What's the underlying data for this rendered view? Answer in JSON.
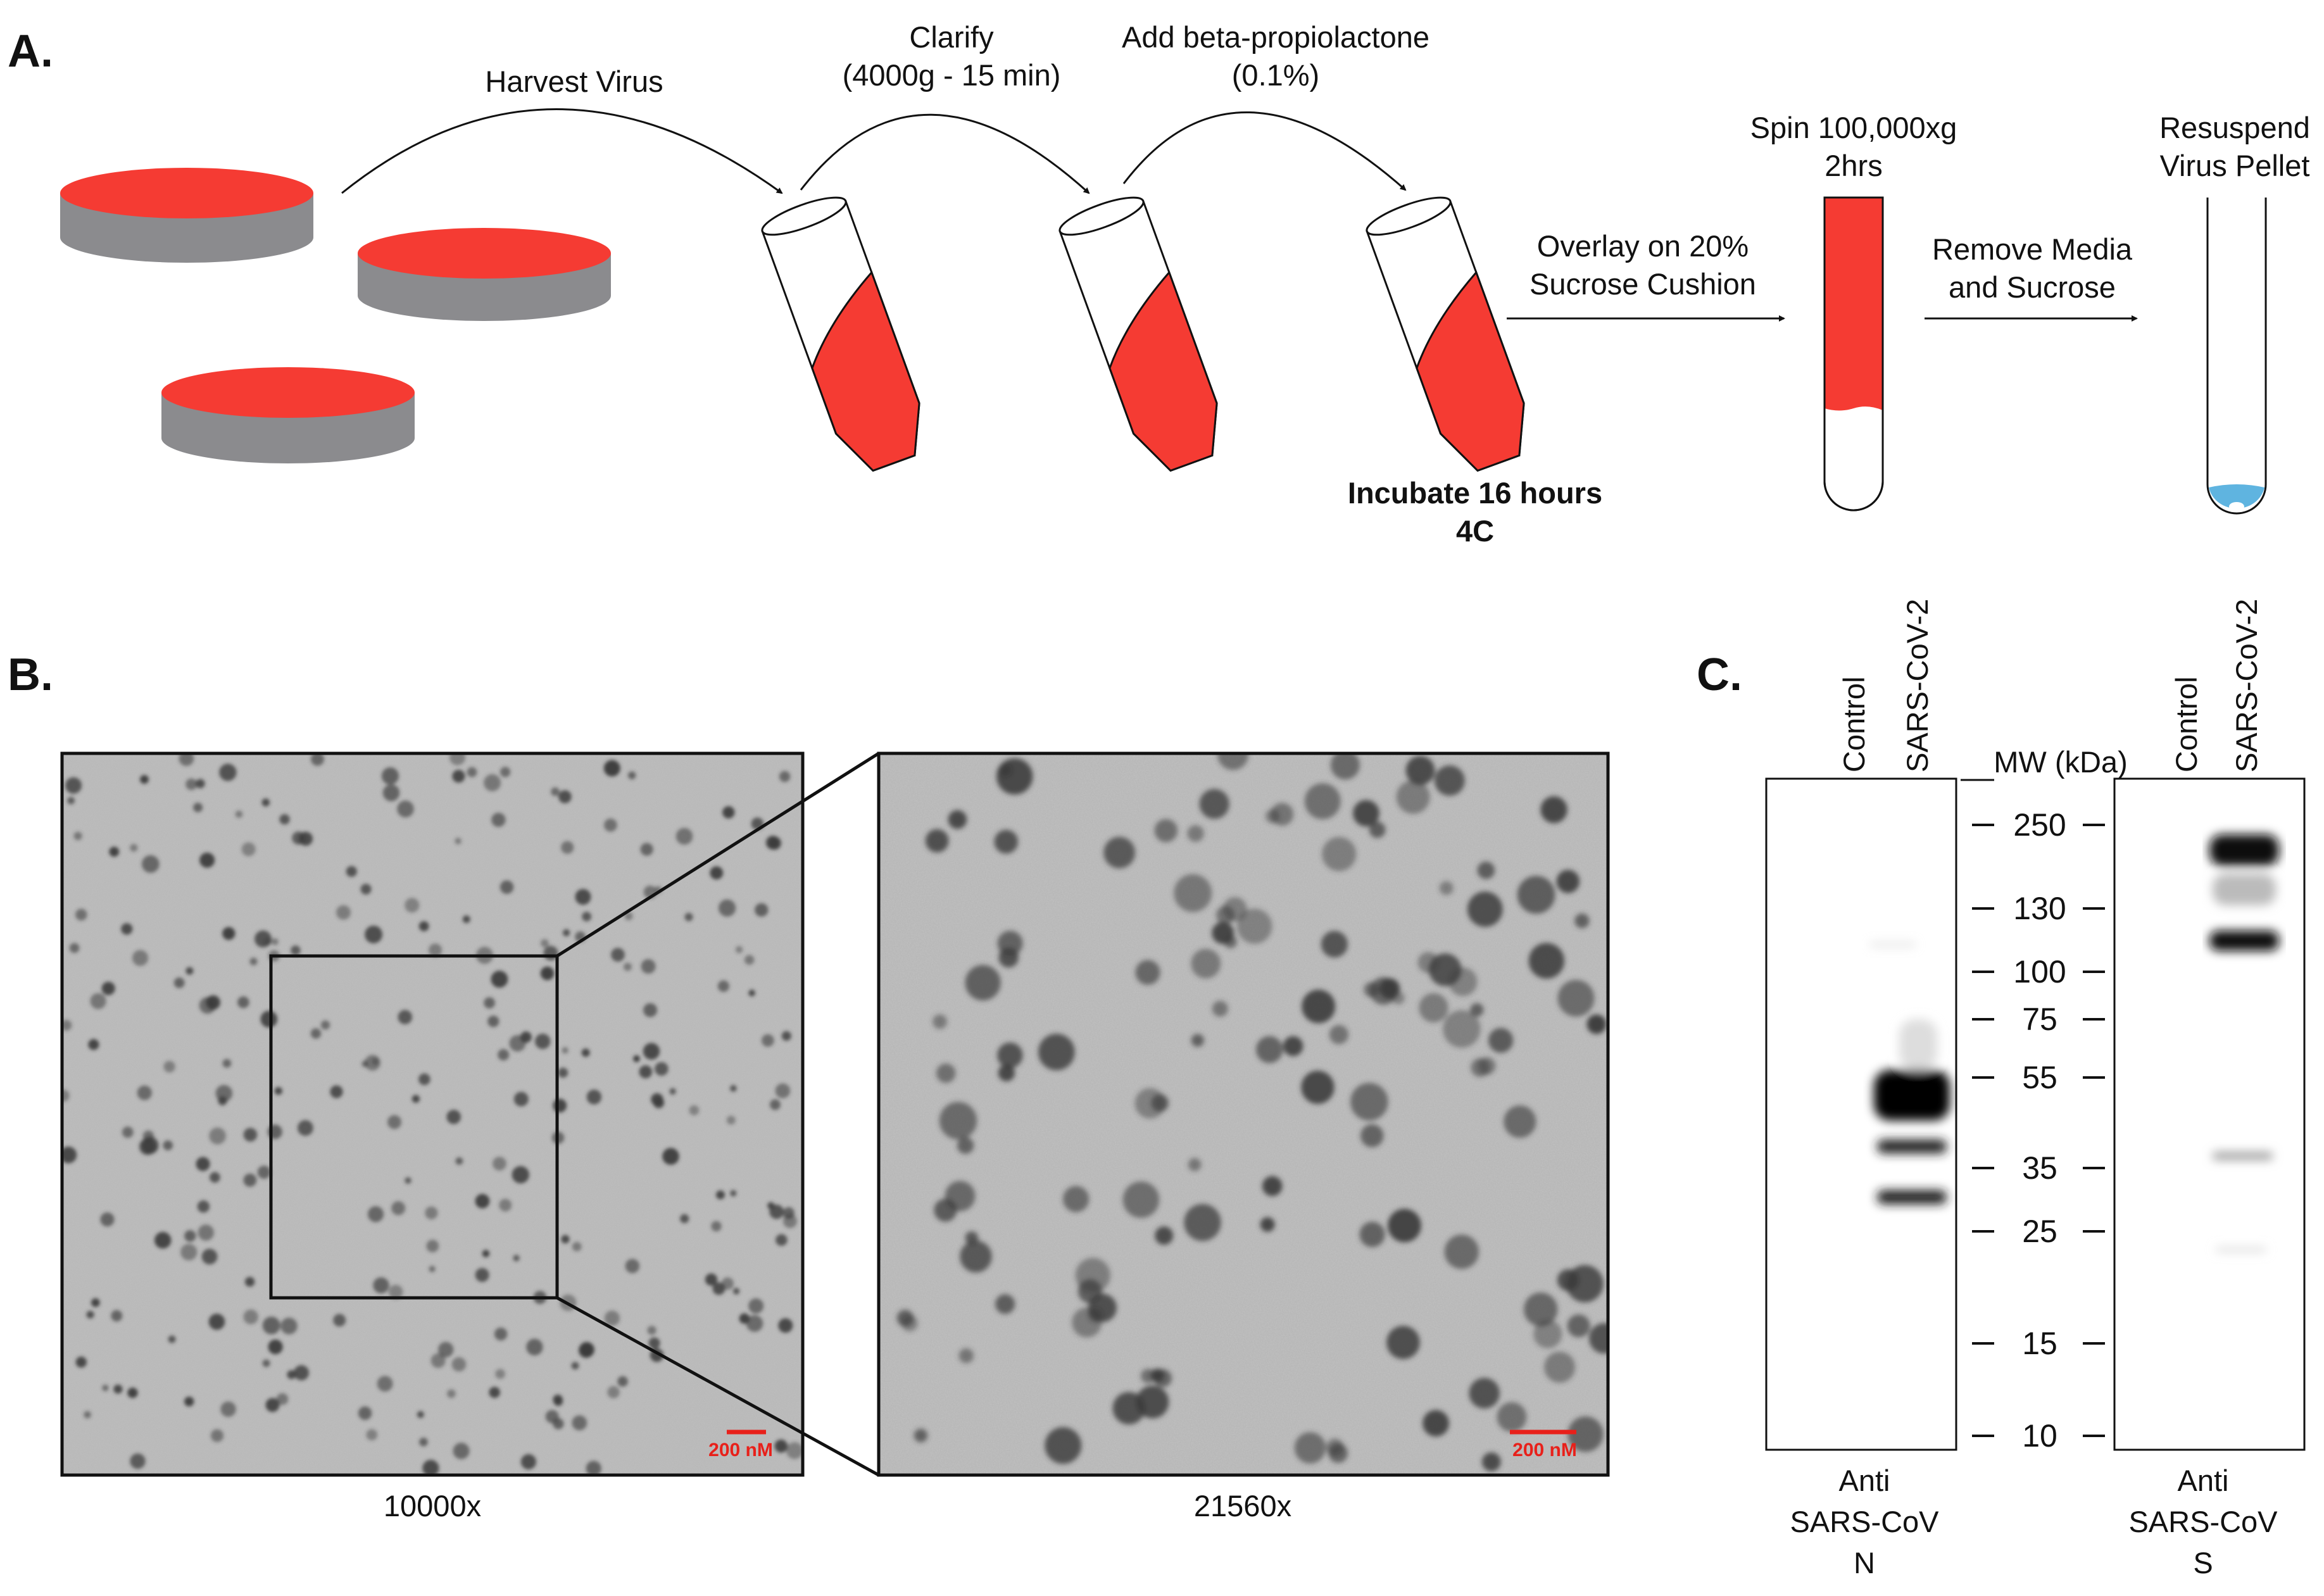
{
  "panel_a": {
    "label": "A.",
    "harvest": "Harvest Virus",
    "clarify": [
      "Clarify",
      "(4000g - 15 min)"
    ],
    "add_bpl": [
      "Add beta-propiolactone",
      "(0.1%)"
    ],
    "incubate": [
      "Incubate 16 hours",
      "4C"
    ],
    "overlay": [
      "Overlay on 20%",
      "Sucrose Cushion"
    ],
    "spin": [
      "Spin 100,000xg",
      "2hrs"
    ],
    "remove": [
      "Remove Media",
      "and Sucrose"
    ],
    "resuspend": [
      "Resuspend",
      "Virus Pellet"
    ]
  },
  "panel_b": {
    "label": "B.",
    "mag_left": "10000x",
    "mag_right": "21560x",
    "scale_left": "200 nM",
    "scale_right": "200 nM"
  },
  "panel_c": {
    "label": "C.",
    "lanes": [
      "Control",
      "SARS-CoV-2"
    ],
    "mw_title": "MW (kDa)",
    "mw_markers": [
      "250",
      "130",
      "100",
      "75",
      "55",
      "35",
      "25",
      "15",
      "10"
    ],
    "blot_n_caption": [
      "Anti",
      "SARS-CoV",
      "N"
    ],
    "blot_s_caption": [
      "Anti",
      "SARS-CoV",
      "S"
    ]
  },
  "colors": {
    "media_red": "#f53b33",
    "dish_gray": "#8b8b8e",
    "pellet_blue": "#5fb4e0",
    "scale_red": "#e8201a"
  }
}
